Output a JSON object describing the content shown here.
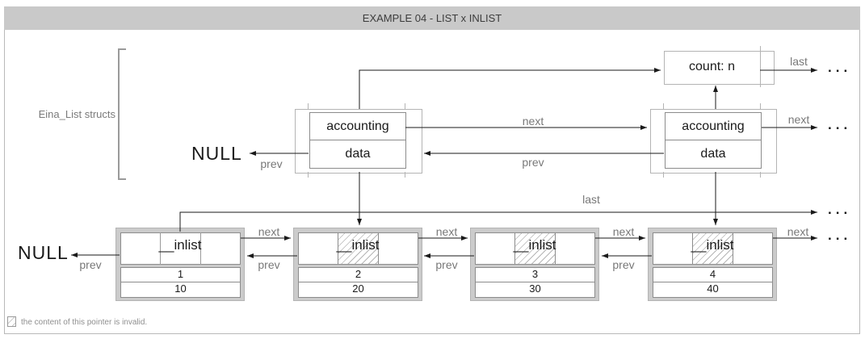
{
  "title": "EXAMPLE 04 - LIST x INLIST",
  "labels": {
    "next": "next",
    "prev": "prev",
    "last": "last",
    "null": "NULL",
    "ellipsis": "..."
  },
  "upper_section": {
    "bracket_label": "Eina_List structs",
    "count_box": {
      "label": "count: n"
    },
    "list_nodes": [
      {
        "field_top": "accounting",
        "field_bottom": "data"
      },
      {
        "field_top": "accounting",
        "field_bottom": "data"
      }
    ]
  },
  "lower_section": {
    "inlist_nodes": [
      {
        "struct_field": "__inlist",
        "id": "1",
        "value": "10",
        "invalid": false
      },
      {
        "struct_field": "__inlist",
        "id": "2",
        "value": "20",
        "invalid": true
      },
      {
        "struct_field": "__inlist",
        "id": "3",
        "value": "30",
        "invalid": true
      },
      {
        "struct_field": "__inlist",
        "id": "4",
        "value": "40",
        "invalid": true
      }
    ]
  },
  "legend": {
    "swatch": "hatch-pattern",
    "text": "the content of this pointer is invalid."
  },
  "colors": {
    "titlebar_bg": "#c9c9c9",
    "node_fill": "#cbcbcb",
    "line": "#1a1a1a",
    "label_text": "#787878",
    "border_light": "#b4b4b4",
    "border_dark": "#8c8c8c",
    "hatch_line": "#b5b5b5"
  }
}
